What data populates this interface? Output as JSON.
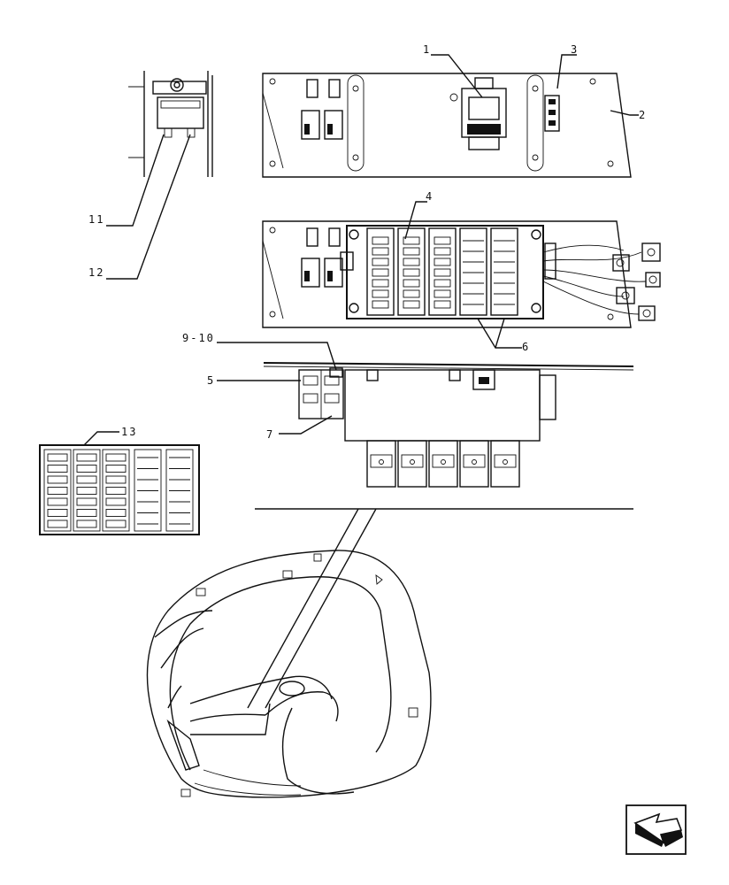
{
  "callouts": {
    "c1": "1",
    "c2": "2",
    "c3": "3",
    "c4": "4",
    "c5": "5",
    "c6": "6",
    "c7": "7",
    "c910": "9-10",
    "c11": "11",
    "c12": "12",
    "c13": "13"
  },
  "nav": {
    "icon": "arrow-left-down-icon"
  }
}
